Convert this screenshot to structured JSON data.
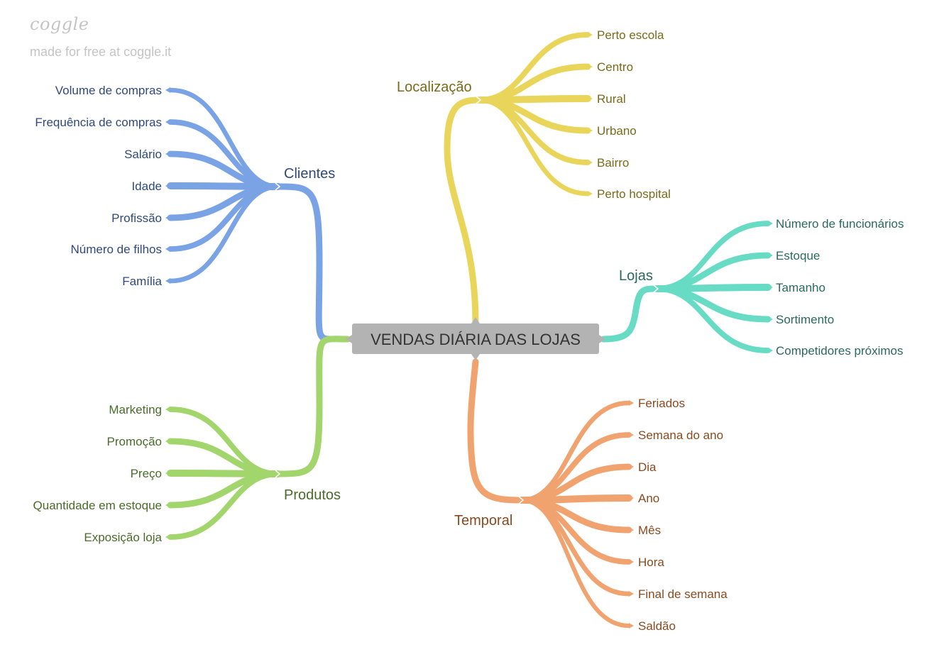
{
  "watermark": {
    "logo": "coggle",
    "tagline": "made for free at coggle.it"
  },
  "center": {
    "label": "VENDAS DIÁRIA DAS LOJAS",
    "bg": "#b3b3b3",
    "color": "#333333"
  },
  "branches": [
    {
      "id": "clientes",
      "label": "Clientes",
      "color": "#7aa3e5",
      "text_color": "#2f4a7a",
      "children": [
        "Volume de compras",
        "Frequência de compras",
        "Salário",
        "Idade",
        "Profissão",
        "Número de filhos",
        "Família"
      ]
    },
    {
      "id": "produtos",
      "label": "Produtos",
      "color": "#a2d56b",
      "text_color": "#4a6b2a",
      "children": [
        "Marketing",
        "Promoção",
        "Preço",
        "Quantidade em estoque",
        "Exposição loja"
      ]
    },
    {
      "id": "localizacao",
      "label": "Localização",
      "color": "#e8d55a",
      "text_color": "#7a6a1a",
      "children": [
        "Perto escola",
        "Centro",
        "Rural",
        "Urbano",
        "Bairro",
        "Perto hospital"
      ]
    },
    {
      "id": "lojas",
      "label": "Lojas",
      "color": "#67dbc4",
      "text_color": "#2a6a5a",
      "children": [
        "Número de funcionários",
        "Estoque",
        "Tamanho",
        "Sortimento",
        "Competidores próximos"
      ]
    },
    {
      "id": "temporal",
      "label": "Temporal",
      "color": "#f0a26f",
      "text_color": "#8a4a1f",
      "children": [
        "Feriados",
        "Semana do ano",
        "Dia",
        "Ano",
        "Mês",
        "Hora",
        "Final de semana",
        "Saldão"
      ]
    }
  ]
}
